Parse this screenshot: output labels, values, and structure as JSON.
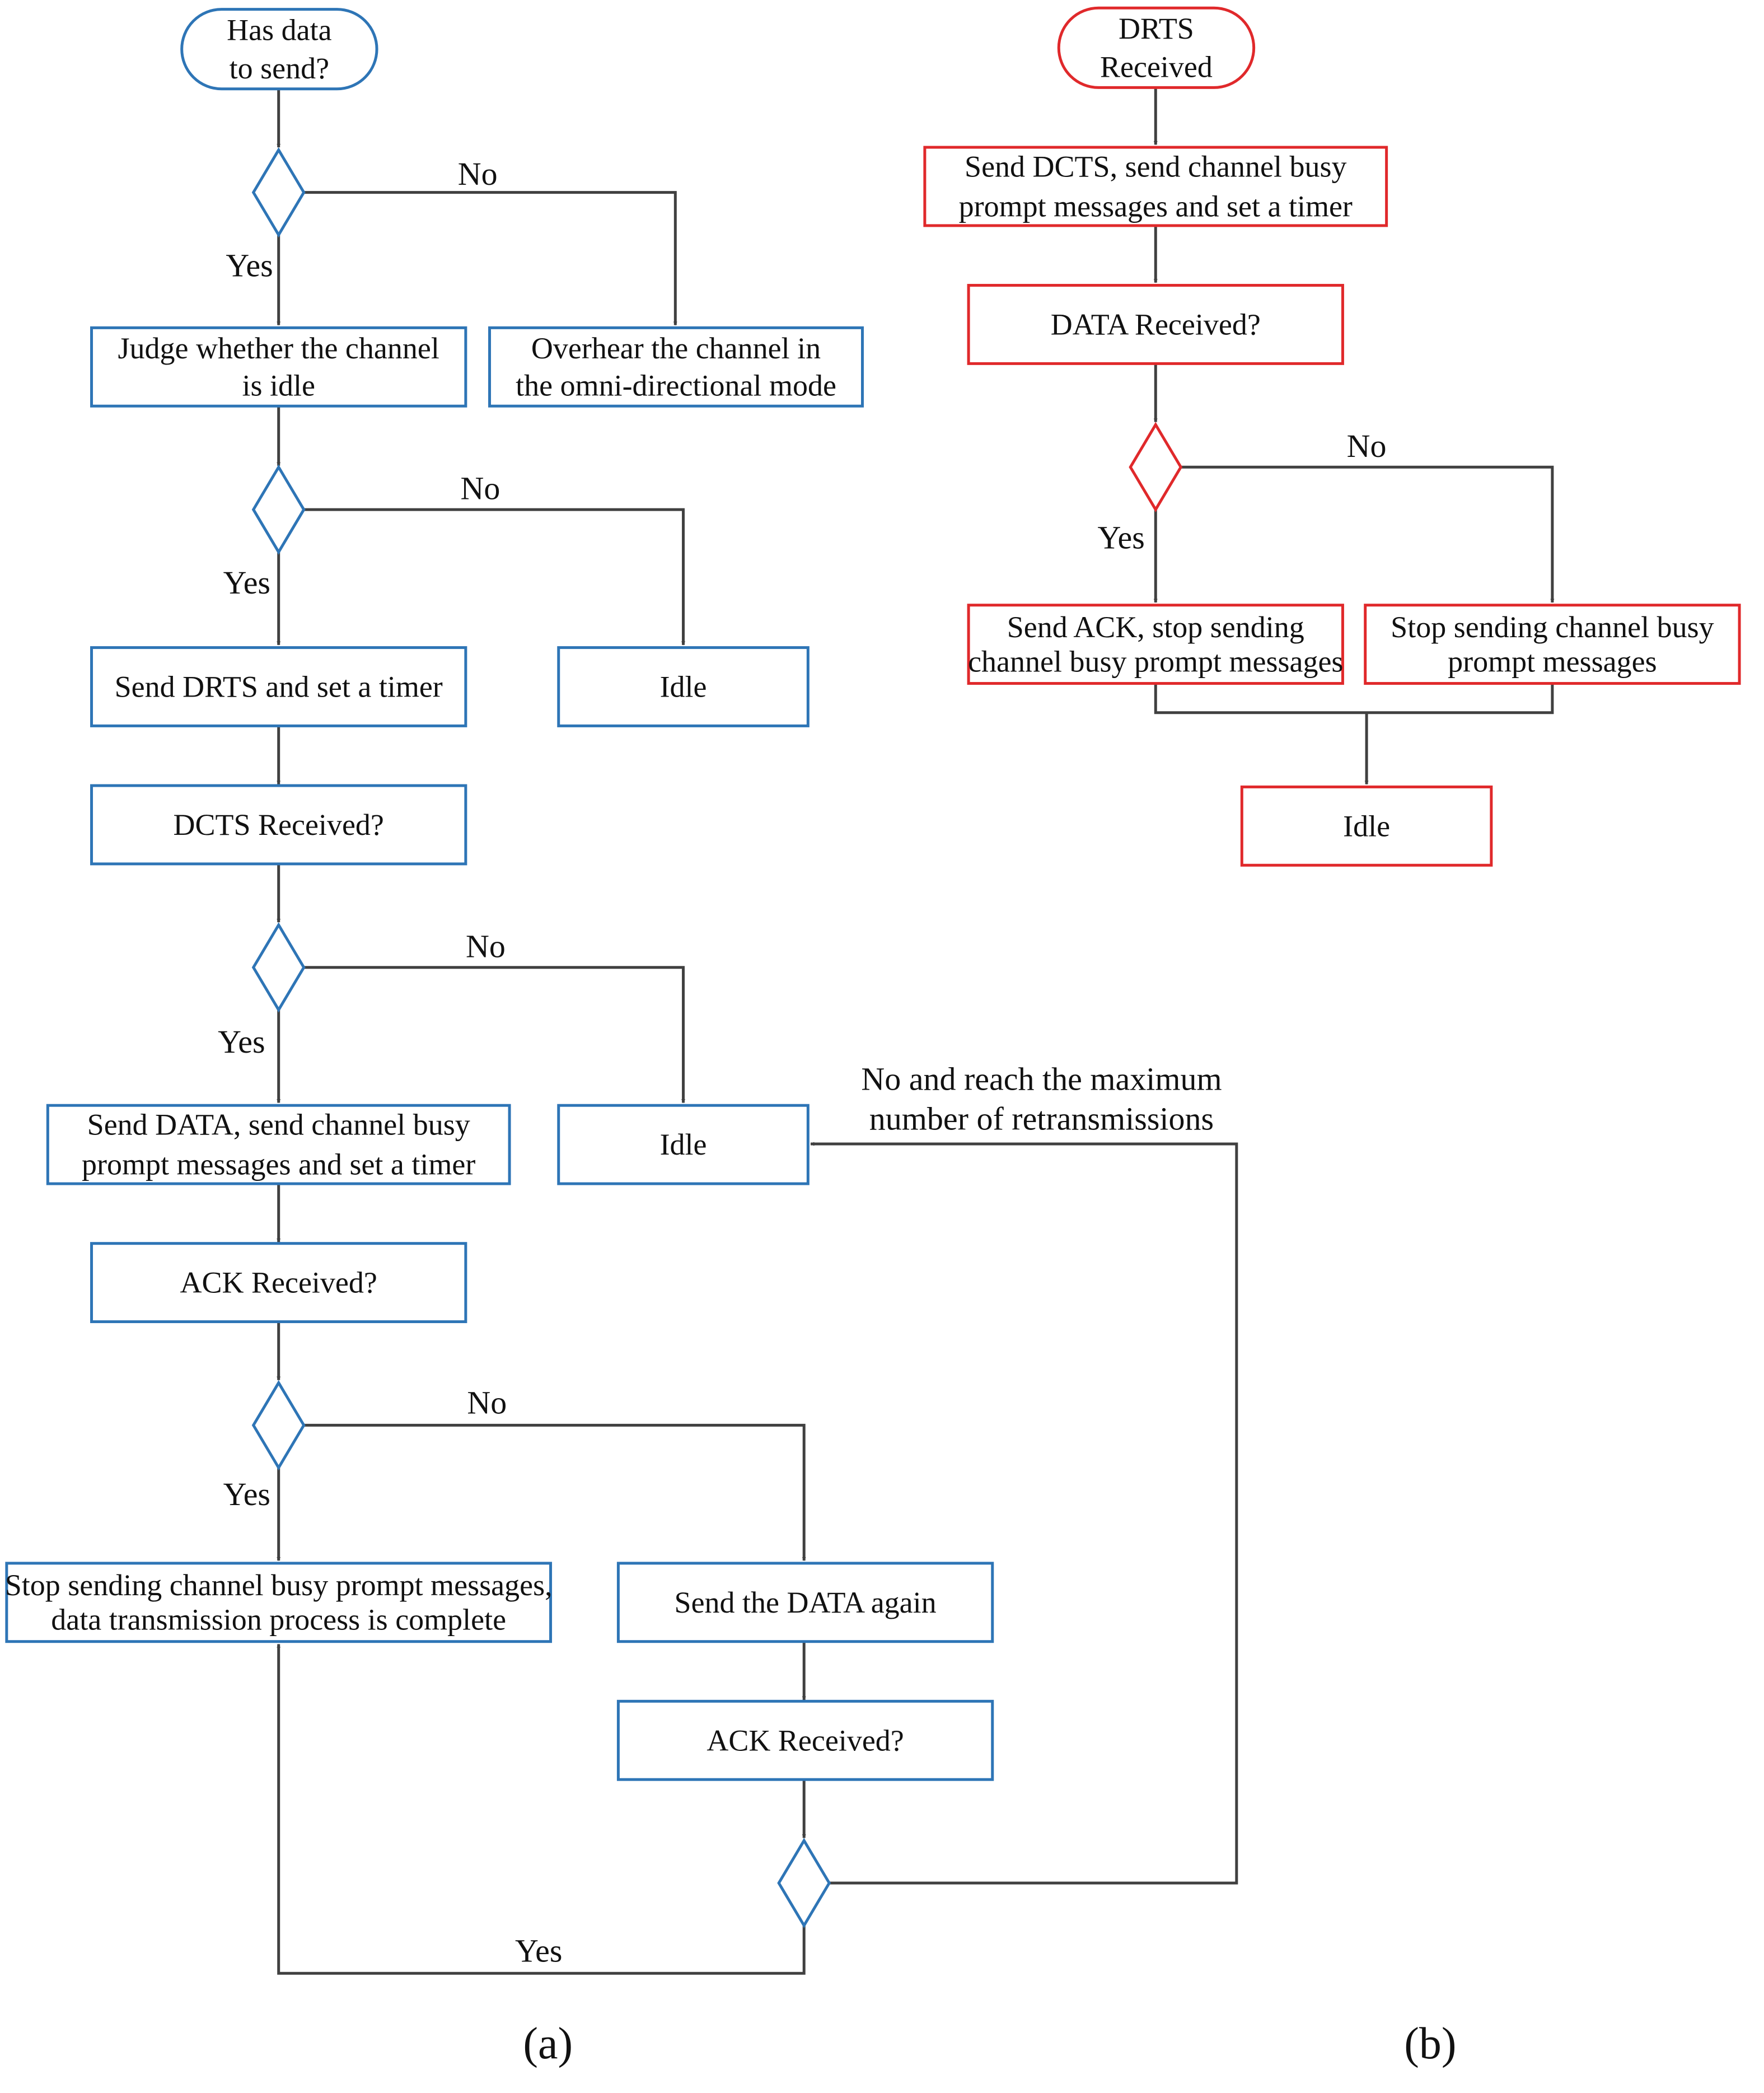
{
  "colors": {
    "panel_a": "#2e75b6",
    "panel_b": "#e0292b",
    "connector": "#404040",
    "text": "#111111"
  },
  "panel_a": {
    "start": [
      "Has data",
      "to send?"
    ],
    "judge_idle": [
      "Judge whether the channel",
      "is idle"
    ],
    "overhear": [
      "Overhear the channel in",
      "the omni-directional mode"
    ],
    "send_drts": [
      "Send DRTS and set a timer"
    ],
    "idle_1": [
      "Idle"
    ],
    "dcts_received": [
      "DCTS Received?"
    ],
    "send_data": [
      "Send DATA, send channel busy",
      "prompt messages and set a timer"
    ],
    "idle_2": [
      "Idle"
    ],
    "ack_received_1": [
      "ACK Received?"
    ],
    "stop_complete": [
      "Stop sending channel busy prompt messages,",
      "data transmission process is complete"
    ],
    "send_again": [
      "Send the DATA again"
    ],
    "ack_received_2": [
      "ACK Received?"
    ],
    "max_retx_note": [
      "No and reach the maximum",
      "number of retransmissions"
    ],
    "caption": "(a)"
  },
  "panel_b": {
    "start": [
      "DRTS",
      "Received"
    ],
    "send_dcts": [
      "Send DCTS, send channel busy",
      "prompt messages and set a timer"
    ],
    "data_received": [
      "DATA Received?"
    ],
    "send_ack": [
      "Send ACK, stop sending",
      "channel busy prompt messages"
    ],
    "stop_busy": [
      "Stop sending channel busy",
      "prompt messages"
    ],
    "idle": [
      "Idle"
    ],
    "caption": "(b)"
  },
  "edge_labels": {
    "yes": "Yes",
    "no": "No"
  }
}
